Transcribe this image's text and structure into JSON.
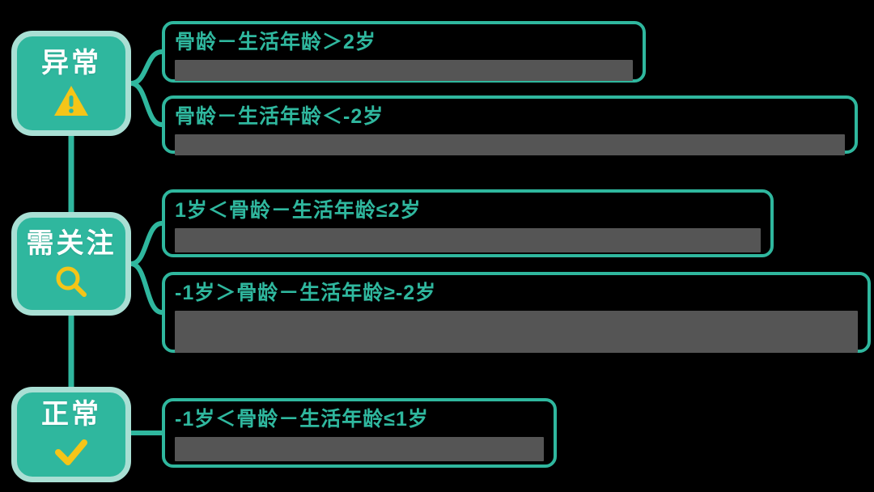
{
  "page": {
    "background_color": "#000000",
    "accent_color": "#2FB79E",
    "accent_light_color": "#A9DFD4",
    "icon_color": "#F5C518",
    "redaction_color": "#555555"
  },
  "categories": [
    {
      "id": "abnormal",
      "label": "异常",
      "icon": "warning-triangle-icon"
    },
    {
      "id": "attention",
      "label": "需关注",
      "icon": "magnifier-icon"
    },
    {
      "id": "normal",
      "label": "正常",
      "icon": "check-mark-icon"
    }
  ],
  "boxes": [
    {
      "id": "box-1",
      "category": "abnormal",
      "title": "骨龄－生活年龄＞2岁",
      "body": " "
    },
    {
      "id": "box-2",
      "category": "abnormal",
      "title": "骨龄－生活年龄＜-2岁",
      "body": " "
    },
    {
      "id": "box-3",
      "category": "attention",
      "title": "1岁＜骨龄－生活年龄≤2岁",
      "body": " "
    },
    {
      "id": "box-4",
      "category": "attention",
      "title": "-1岁＞骨龄－生活年龄≥-2岁",
      "body": " "
    },
    {
      "id": "box-5",
      "category": "normal",
      "title": "-1岁＜骨龄－生活年龄≤1岁",
      "body": " "
    }
  ]
}
